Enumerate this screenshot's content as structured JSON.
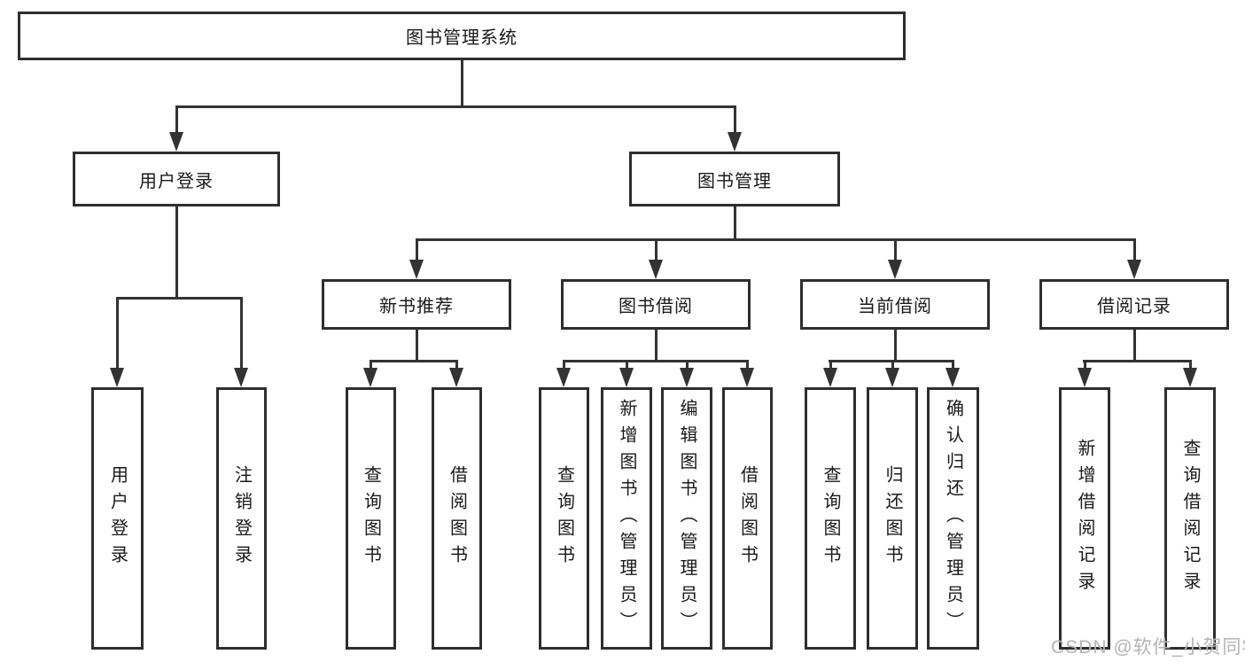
{
  "diagram": {
    "title": "图书管理系统",
    "colors": {
      "box_border": "#2e2e2e",
      "connector": "#333333",
      "text": "#1a1a1a",
      "watermark_text": "#b5b5b5",
      "background": "#ffffff"
    },
    "tree": {
      "label": "图书管理系统",
      "children": [
        {
          "label": "用户登录",
          "children": [
            {
              "label": "用户登录"
            },
            {
              "label": "注销登录"
            }
          ]
        },
        {
          "label": "图书管理",
          "children": [
            {
              "label": "新书推荐",
              "children": [
                {
                  "label": "查询图书"
                },
                {
                  "label": "借阅图书"
                }
              ]
            },
            {
              "label": "图书借阅",
              "children": [
                {
                  "label": "查询图书"
                },
                {
                  "label": "新增图书（管理员）"
                },
                {
                  "label": "编辑图书（管理员）"
                },
                {
                  "label": "借阅图书"
                }
              ]
            },
            {
              "label": "当前借阅",
              "children": [
                {
                  "label": "查询图书"
                },
                {
                  "label": "归还图书"
                },
                {
                  "label": "确认归还（管理员）"
                }
              ]
            },
            {
              "label": "借阅记录",
              "children": [
                {
                  "label": "新增借阅记录"
                },
                {
                  "label": "查询借阅记录"
                }
              ]
            }
          ]
        }
      ]
    },
    "watermark": "CSDN @软件_小贺同学"
  }
}
